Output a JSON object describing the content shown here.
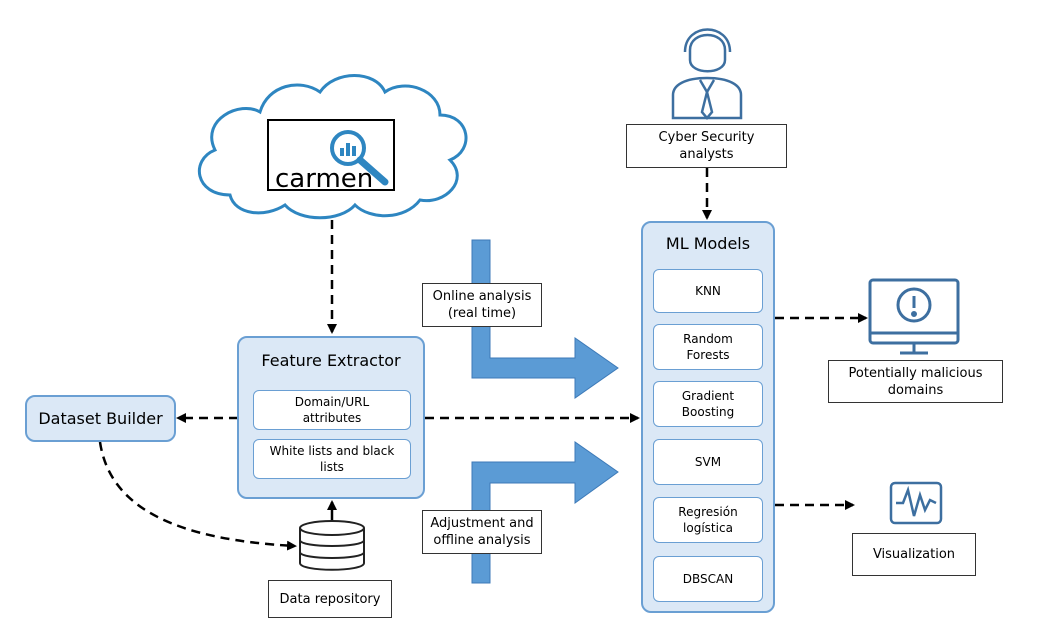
{
  "colors": {
    "panel_fill": "#dbe8f6",
    "panel_border": "#6a9fd3",
    "flow_arrow": "#5b9bd5",
    "icon_stroke": "#3d6fa0",
    "logo_blue": "#2e86c1"
  },
  "cloud": {
    "logo_text": "carmen",
    "icons": [
      "cloud-icon",
      "magnifier-chart-icon"
    ]
  },
  "analyst": {
    "label": "Cyber Security\nanalysts",
    "icon": "analyst-person-icon"
  },
  "feature_extractor": {
    "title": "Feature Extractor",
    "items": [
      "Domain/URL\nattributes",
      "White lists and black\nlists"
    ]
  },
  "dataset_builder": {
    "label": "Dataset Builder"
  },
  "data_repository": {
    "label": "Data repository",
    "icon": "database-icon"
  },
  "online_analysis": {
    "label": "Online analysis\n(real time)"
  },
  "offline_analysis": {
    "label": "Adjustment and\noffline analysis"
  },
  "ml_models": {
    "title": "ML Models",
    "items": [
      "KNN",
      "Random\nForests",
      "Gradient\nBoosting",
      "SVM",
      "Regresión\nlogística",
      "DBSCAN"
    ]
  },
  "output_malicious": {
    "label": "Potentially malicious\ndomains",
    "icon": "monitor-alert-icon"
  },
  "output_visualization": {
    "label": "Visualization",
    "icon": "waveform-icon"
  }
}
